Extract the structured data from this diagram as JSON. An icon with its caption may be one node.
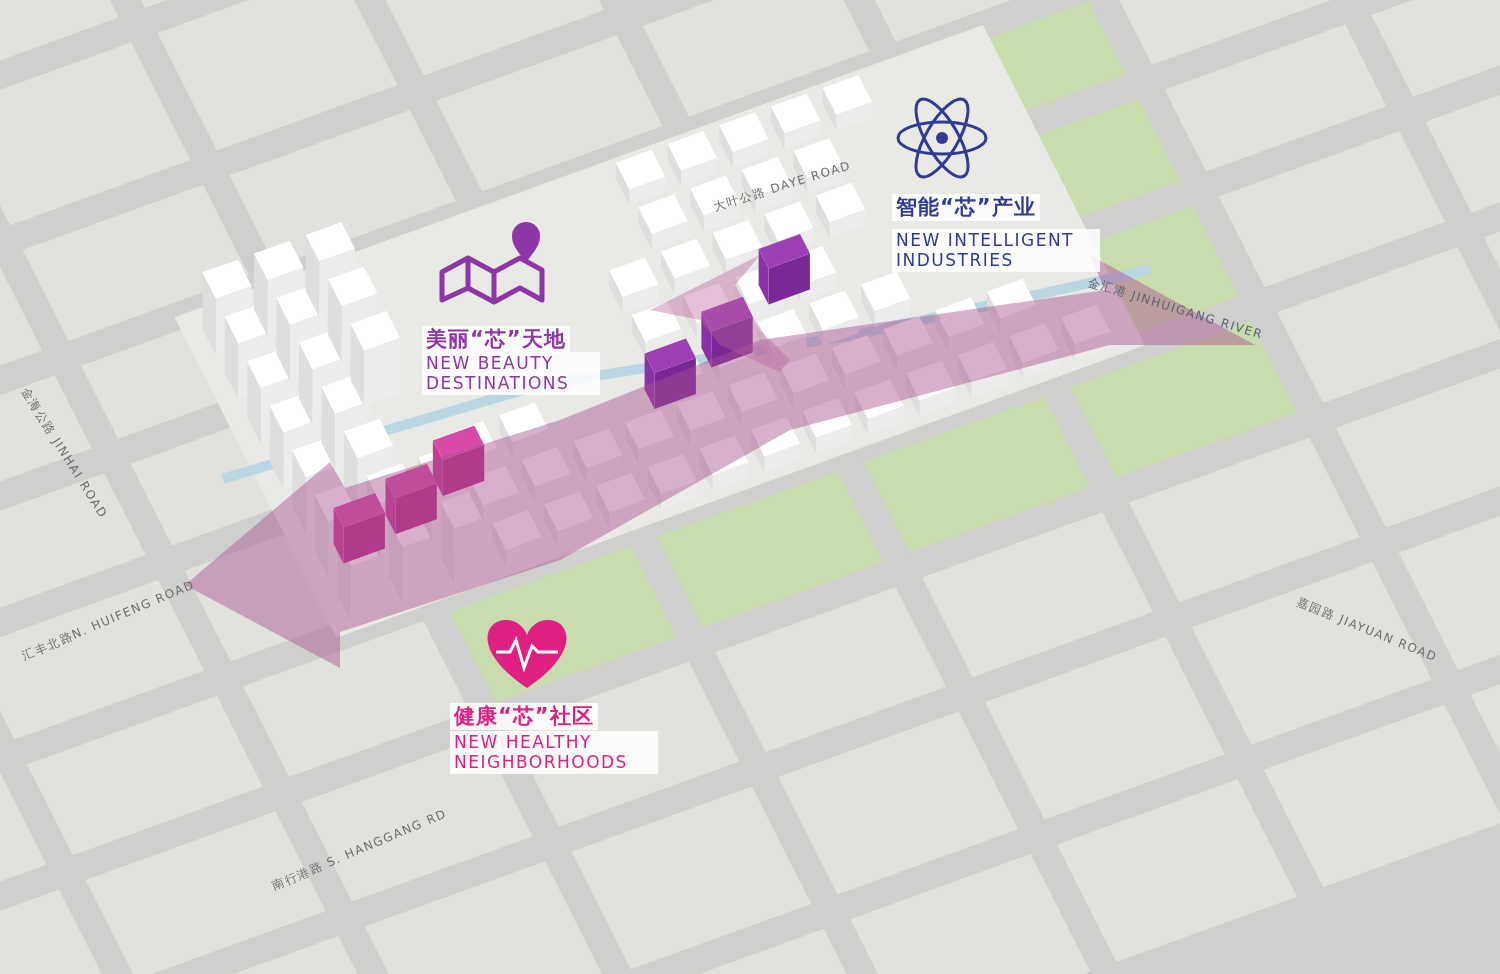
{
  "diagram": {
    "labels": [
      "智能“芯”产业",
      "NEW INTELLIGENT INDUSTRIES",
      "大叶公路 DAYE ROAD",
      "美丽“芯”天地",
      "NEW BEAUTY DESTINATIONS",
      "金汇港 JINHUIGANG RIVER",
      "金海公路 JINHAI ROAD",
      "汇丰北路N. HUIFENG ROAD",
      "嘉园路 JIAYUAN ROAD",
      "健康“芯”社区",
      "NEW HEALTHY NEIGHBORHOODS",
      "南行港路 S. HANGGANG RD"
    ]
  }
}
